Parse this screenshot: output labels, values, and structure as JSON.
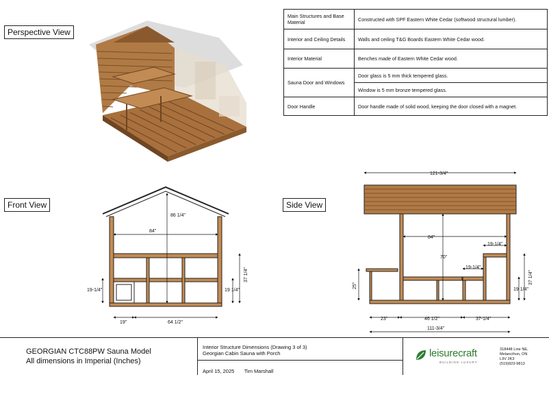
{
  "views": {
    "perspective": "Perspective View",
    "front": "Front View",
    "side": "Side View"
  },
  "spec_table": [
    {
      "key": "Main Structures and Base Material",
      "value": "Constructed with SPF Eastern White Cedar (softwood structural lumber)."
    },
    {
      "key": "Interior and Ceiling Details",
      "value": "Walls and ceiling T&G Boards Eastern White Cedar wood."
    },
    {
      "key": "Interior Material",
      "value": "Benches made of Eastern White Cedar wood."
    },
    {
      "key": "Sauna Door and Windows",
      "value": "Door glass is 5 mm thick tempered glass."
    },
    {
      "key": "",
      "value": "Window is 5 mm bronze tempered glass."
    },
    {
      "key": "Door Handle",
      "value": "Door handle made of solid wood, keeping the door closed with a magnet."
    }
  ],
  "front_dims": {
    "height": "86 1/4\"",
    "width": "84\"",
    "bench_height_left": "19-1/4\"",
    "bench_height_right": "19 1/4\"",
    "wall_height": "37 1/4\"",
    "step": "19\"",
    "bottom": "64 1/2\""
  },
  "side_dims": {
    "roof": "121-3/4\"",
    "width": "84\"",
    "height": "70\"",
    "upper_bench": "19-1/4\"",
    "mid_bench": "19-1/4\"",
    "right_bench": "19 1/4\"",
    "right_height": "37 1/4\"",
    "porch_height": "25\"",
    "porch_depth": "23\"",
    "mid_span": "46 1/2\"",
    "right_span": "37-1/4\"",
    "total": "111-3/4\""
  },
  "title_block": {
    "model": "GEORGIAN CTC88PW Sauna Model",
    "units": "All dimensions in Imperial (Inches)",
    "drawing_title": "Interior Structure Dimensions (Drawing 3 of 3)",
    "drawing_subtitle": "Georgian Cabin Sauna with Porch",
    "date": "April 15, 2025",
    "author": "Tim Marshall",
    "logo_text": "leisurecraft",
    "logo_tagline": "BUILDING LUXURY",
    "address_lines": [
      "318448 Line NE,",
      "Melancthon, ON",
      "L9V 2K3",
      "(519)923-9813"
    ]
  },
  "colors": {
    "wood": "#b07a45",
    "wood_dark": "#8a5a2e",
    "brand_green": "#2e7d32"
  }
}
